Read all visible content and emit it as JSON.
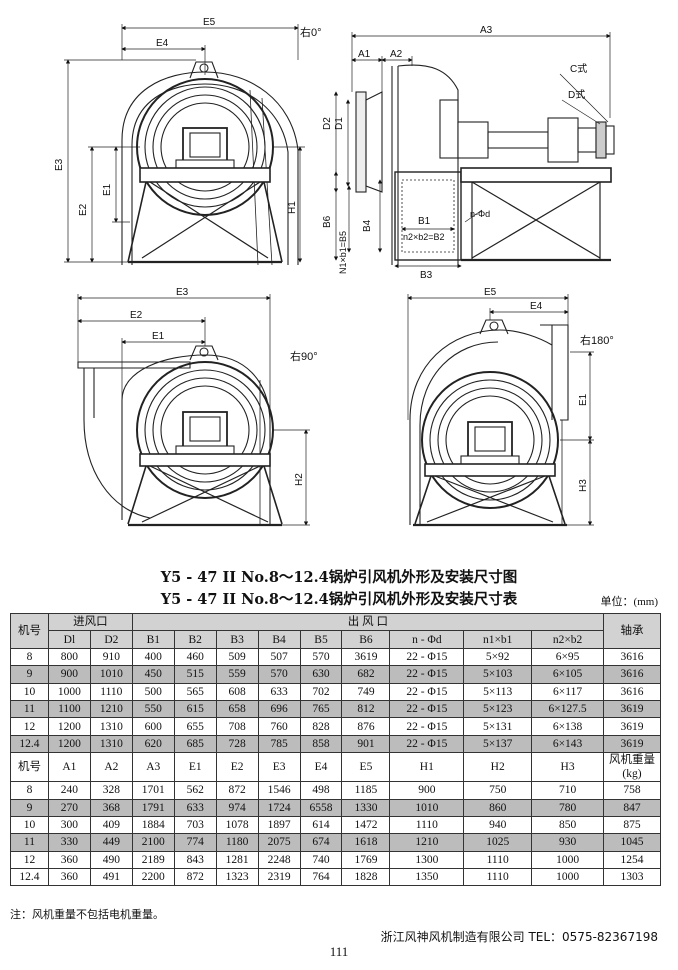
{
  "drawings": {
    "view_right0": {
      "dims": {
        "E5": "E5",
        "E4": "E4",
        "E3": "E3",
        "E2": "E2",
        "E1": "E1",
        "H1": "H1"
      },
      "position": "右0°"
    },
    "view_side": {
      "dims": {
        "A3": "A3",
        "A1": "A1",
        "A2": "A2",
        "D2": "D2",
        "D1": "D1",
        "B6": "B6",
        "N1b1": "N1×b1=B5",
        "B4": "B4",
        "B1": "B1",
        "n2b2": "n2×b2=B2",
        "nd": "n-Φd",
        "B3": "B3",
        "C": "C式",
        "D": "D式"
      }
    },
    "view_right90": {
      "dims": {
        "E3": "E3",
        "E2": "E2",
        "E1": "E1",
        "H2": "H2"
      },
      "position": "右90°"
    },
    "view_right180": {
      "dims": {
        "E5": "E5",
        "E4": "E4",
        "E1": "E1",
        "H3": "H3"
      },
      "position": "右180°"
    }
  },
  "title_line1": "Y5 - 47 II  No.8～12.4锅炉引风机外形及安装尺寸图",
  "title_line2": "Y5 - 47 II  No.8～12.4锅炉引风机外形及安装尺寸表",
  "unit": "单位：(mm)",
  "table1": {
    "h_jihao": "机号",
    "h_inlet": "进风口",
    "h_outlet": "出  风  口",
    "h_bearing": "轴承",
    "sub": [
      "Dl",
      "D2",
      "B1",
      "B2",
      "B3",
      "B4",
      "B5",
      "B6",
      "n - Φd",
      "n1×b1",
      "n2×b2"
    ],
    "rows": [
      [
        "8",
        "800",
        "910",
        "400",
        "460",
        "509",
        "507",
        "570",
        "3619",
        "22 - Φ15",
        "5×92",
        "6×95",
        "3616"
      ],
      [
        "9",
        "900",
        "1010",
        "450",
        "515",
        "559",
        "570",
        "630",
        "682",
        "22 - Φ15",
        "5×103",
        "6×105",
        "3616"
      ],
      [
        "10",
        "1000",
        "1110",
        "500",
        "565",
        "608",
        "633",
        "702",
        "749",
        "22 - Φ15",
        "5×113",
        "6×117",
        "3616"
      ],
      [
        "11",
        "1100",
        "1210",
        "550",
        "615",
        "658",
        "696",
        "765",
        "812",
        "22 - Φ15",
        "5×123",
        "6×127.5",
        "3619"
      ],
      [
        "12",
        "1200",
        "1310",
        "600",
        "655",
        "708",
        "760",
        "828",
        "876",
        "22 - Φ15",
        "5×131",
        "6×138",
        "3619"
      ],
      [
        "12.4",
        "1200",
        "1310",
        "620",
        "685",
        "728",
        "785",
        "858",
        "901",
        "22 - Φ15",
        "5×137",
        "6×143",
        "3619"
      ]
    ]
  },
  "table2": {
    "headers": [
      "机号",
      "A1",
      "A2",
      "A3",
      "E1",
      "E2",
      "E3",
      "E4",
      "E5",
      "H1",
      "H2",
      "H3"
    ],
    "weight_l1": "风机重量",
    "weight_l2": "(kg)",
    "rows": [
      [
        "8",
        "240",
        "328",
        "1701",
        "562",
        "872",
        "1546",
        "498",
        "1185",
        "900",
        "750",
        "710",
        "758"
      ],
      [
        "9",
        "270",
        "368",
        "1791",
        "633",
        "974",
        "1724",
        "6558",
        "1330",
        "1010",
        "860",
        "780",
        "847"
      ],
      [
        "10",
        "300",
        "409",
        "1884",
        "703",
        "1078",
        "1897",
        "614",
        "1472",
        "1110",
        "940",
        "850",
        "875"
      ],
      [
        "11",
        "330",
        "449",
        "2100",
        "774",
        "1180",
        "2075",
        "674",
        "1618",
        "1210",
        "1025",
        "930",
        "1045"
      ],
      [
        "12",
        "360",
        "490",
        "2189",
        "843",
        "1281",
        "2248",
        "740",
        "1769",
        "1300",
        "1110",
        "1000",
        "1254"
      ],
      [
        "12.4",
        "360",
        "491",
        "2200",
        "872",
        "1323",
        "2319",
        "764",
        "1828",
        "1350",
        "1110",
        "1000",
        "1303"
      ]
    ]
  },
  "note": "注：风机重量不包括电机重量。",
  "company": "浙江风神风机制造有限公司  TEL：0575-82367198",
  "page_number": "111"
}
